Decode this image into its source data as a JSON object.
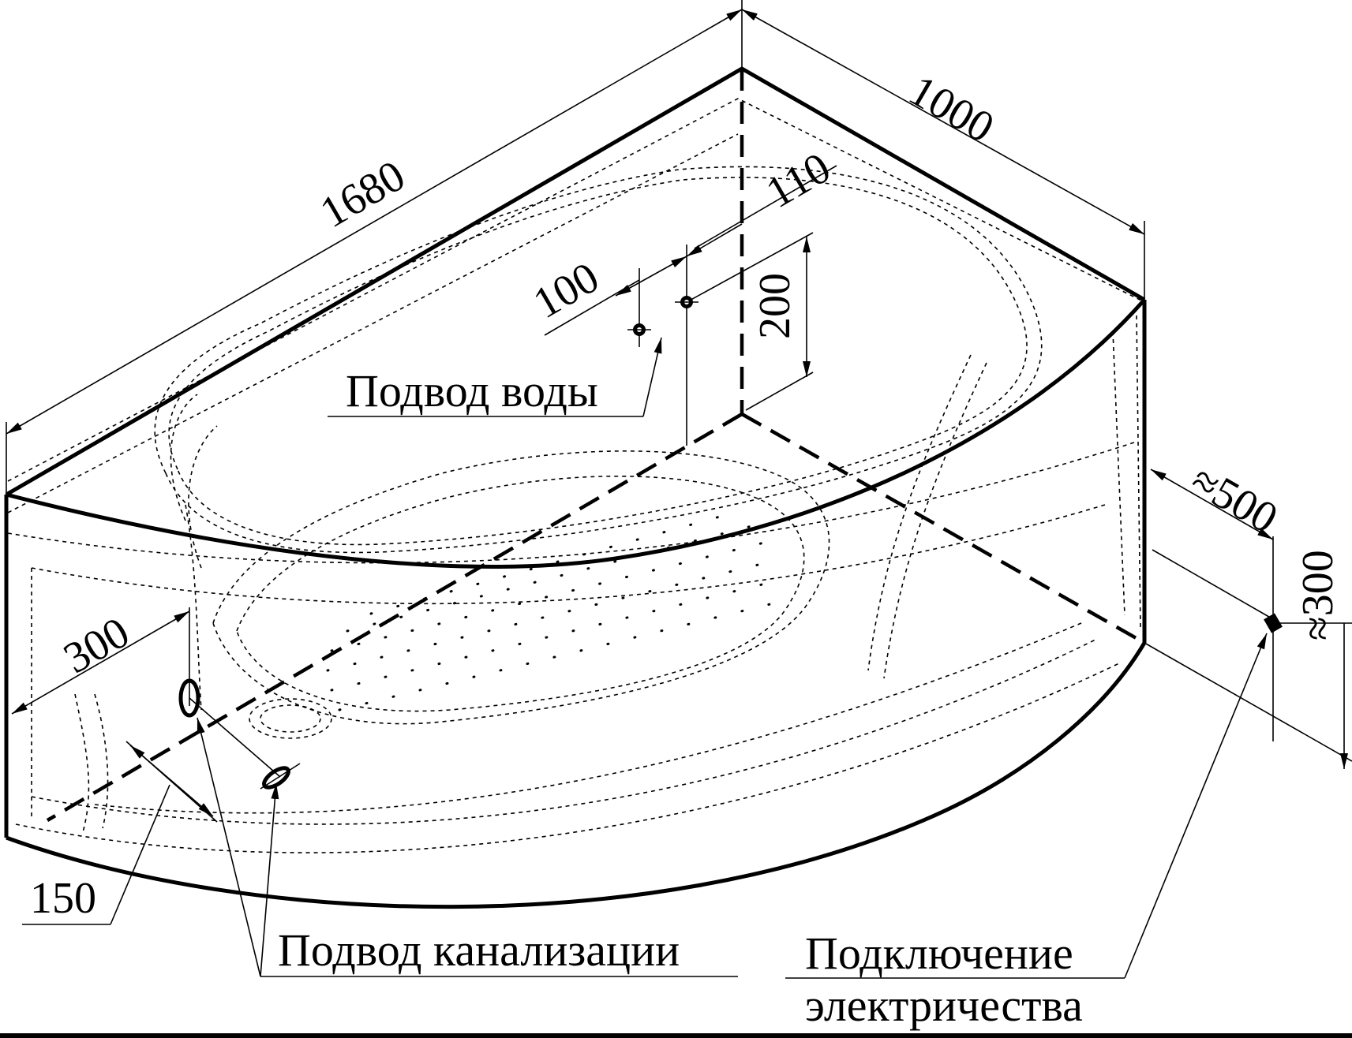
{
  "dimensions": {
    "length": "1680",
    "width": "1000",
    "offset_110": "110",
    "spacing_100": "100",
    "height_200": "200",
    "drain_300": "300",
    "spacing_150": "150",
    "elec_horizontal": "≈500",
    "elec_vertical": "≈300"
  },
  "labels": {
    "water_supply": "Подвод воды",
    "sewer_connection": "Подвод канализации",
    "electric_line1": "Подключение",
    "electric_line2": "электричества"
  }
}
